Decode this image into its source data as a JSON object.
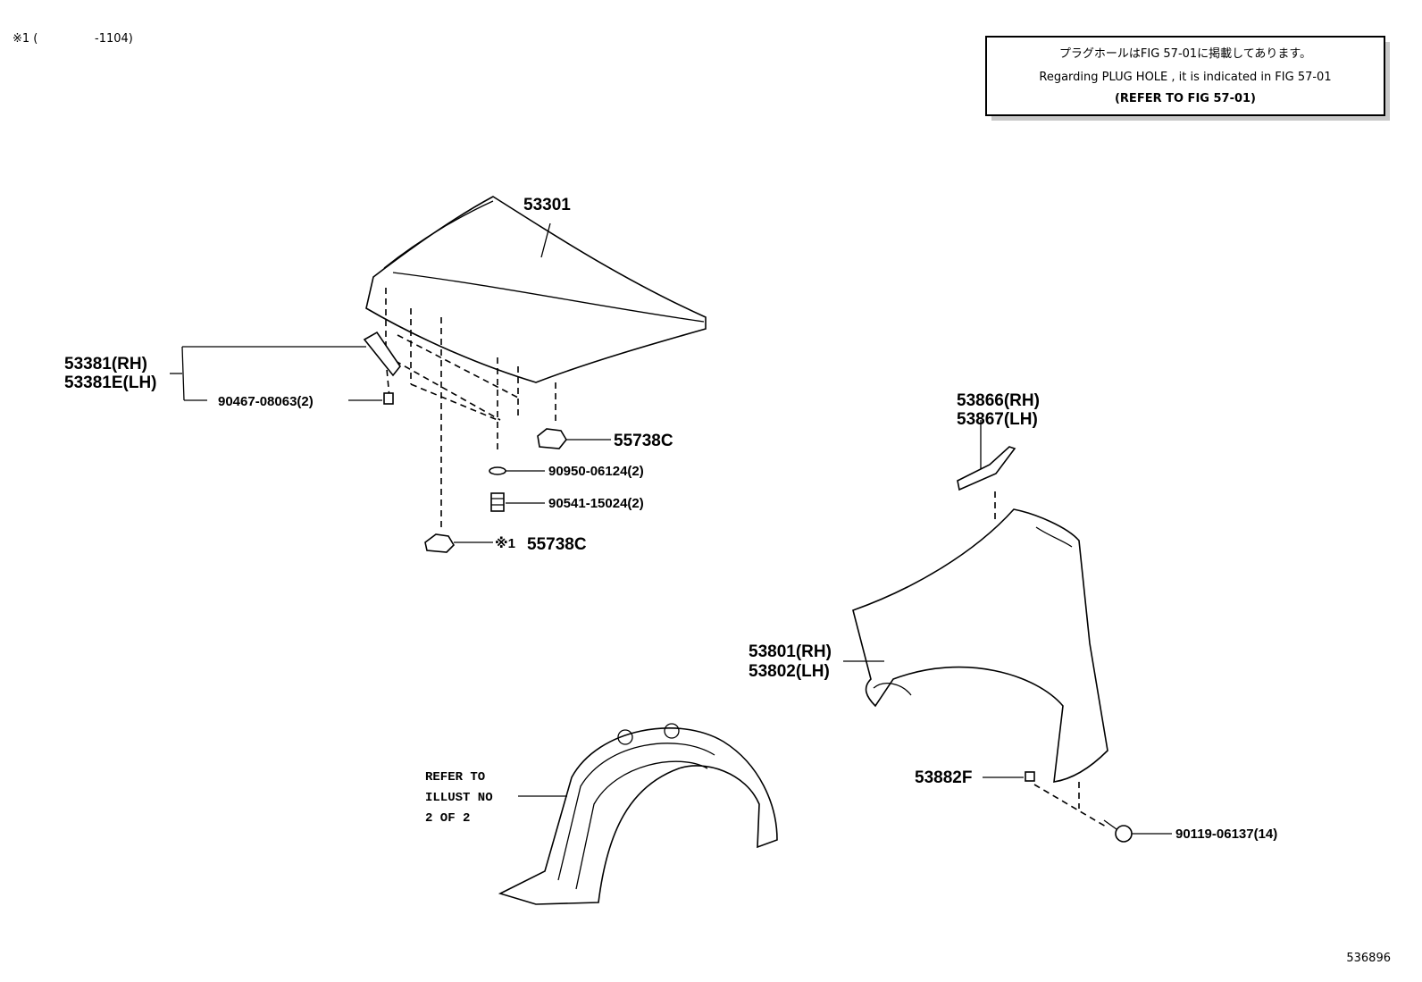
{
  "header_ref": {
    "mark": "※1 (",
    "value": "-1104)"
  },
  "notice": {
    "line_jp": "プラグホールはFIG 57-01に掲載してあります。",
    "line_en": "Regarding PLUG HOLE , it is indicated in FIG 57-01",
    "line_ref": "(REFER TO FIG 57-01)"
  },
  "parts": {
    "hood": "53301",
    "hinge_rh": "53381(RH)",
    "hinge_lh": "53381E(LH)",
    "bolt_hinge": "90467-08063(2)",
    "clip_a": "55738C",
    "washer": "90950-06124(2)",
    "cushion": "90541-15024(2)",
    "clip_b_mark": "※1",
    "clip_b": "55738C",
    "seal_rh": "53866(RH)",
    "seal_lh": "53867(LH)",
    "fender_rh": "53801(RH)",
    "fender_lh": "53802(LH)",
    "bracket": "53882F",
    "screw": "90119-06137(14)",
    "liner_ref_1": "REFER TO",
    "liner_ref_2": "ILLUST NO",
    "liner_ref_3": "2 OF 2"
  },
  "footer_id": "536896"
}
